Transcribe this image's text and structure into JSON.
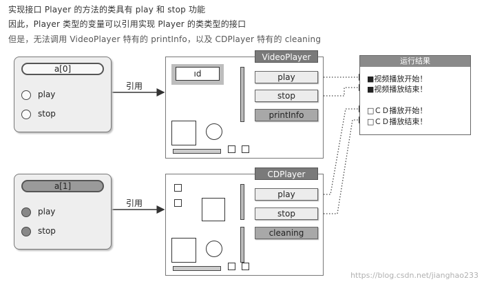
{
  "captions": [
    "实现接口 Player 的方法的类具有 play 和 stop 功能",
    "因此，Player 类型的变量可以引用实现 Player 的类类型的接口",
    "但是，无法调用 VideoPlayer 特有的 printInfo，以及 CDPlayer 特有的 cleaning"
  ],
  "refs": [
    {
      "var": "a[0]",
      "methods": [
        "play",
        "stop"
      ],
      "arrow_label": "引用"
    },
    {
      "var": "a[1]",
      "methods": [
        "play",
        "stop"
      ],
      "arrow_label": "引用"
    }
  ],
  "objects": [
    {
      "class": "VideoPlayer",
      "screen_label": "ıd",
      "methods": [
        "play",
        "stop",
        "printInfo"
      ]
    },
    {
      "class": "CDPlayer",
      "methods": [
        "play",
        "stop",
        "cleaning"
      ]
    }
  ],
  "result": {
    "title": "运行结果",
    "lines": [
      "■视频播放开始！",
      "■视频播放结束！",
      "□ＣＤ播放开始！",
      "□ＣＤ播放结束！"
    ]
  },
  "watermark": "https://blog.csdn.net/jianghao233"
}
